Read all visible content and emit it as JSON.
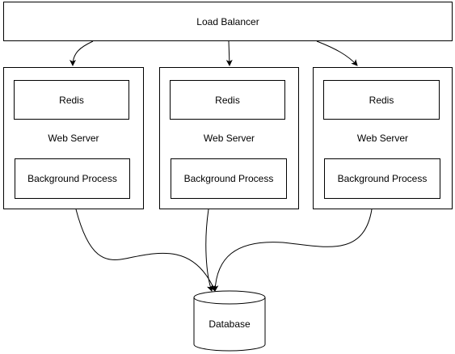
{
  "load_balancer": {
    "label": "Load Balancer"
  },
  "servers": [
    {
      "label": "Web Server",
      "redis_label": "Redis",
      "process_label": "Background Process"
    },
    {
      "label": "Web Server",
      "redis_label": "Redis",
      "process_label": "Background Process"
    },
    {
      "label": "Web Server",
      "redis_label": "Redis",
      "process_label": "Background Process"
    }
  ],
  "database": {
    "label": "Database"
  },
  "colors": {
    "stroke": "#000000",
    "fill": "#ffffff"
  }
}
